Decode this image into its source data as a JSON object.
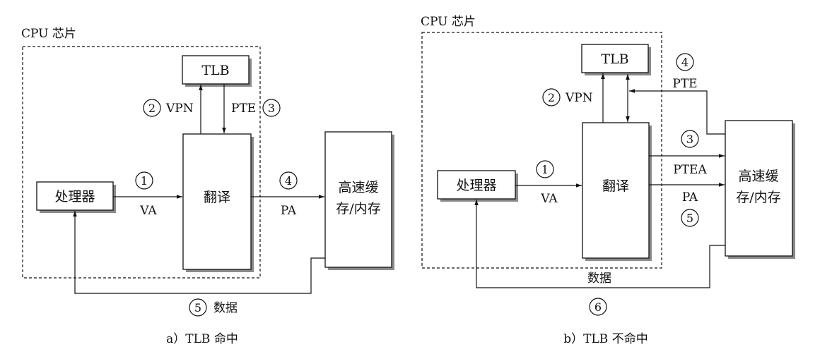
{
  "colors": {
    "ink": "#111111",
    "shadow": "#8a8a8a",
    "background": "#ffffff"
  },
  "diagrams": [
    {
      "id": "a",
      "chip_label": "CPU 芯片",
      "caption": "a）TLB 命中",
      "nodes": {
        "tlb": "TLB",
        "processor": "处理器",
        "translate": "翻译",
        "memory_line1": "高速缓",
        "memory_line2": "存/内存"
      },
      "edges": {
        "vpn": {
          "step": "2",
          "label": "VPN"
        },
        "pte": {
          "step": "3",
          "label": "PTE"
        },
        "va": {
          "step": "1",
          "label": "VA"
        },
        "pa": {
          "step": "4",
          "label": "PA"
        },
        "data": {
          "step": "5",
          "label": "数据"
        }
      }
    },
    {
      "id": "b",
      "chip_label": "CPU 芯片",
      "caption": "b）TLB 不命中",
      "nodes": {
        "tlb": "TLB",
        "processor": "处理器",
        "translate": "翻译",
        "memory_line1": "高速缓",
        "memory_line2": "存/内存"
      },
      "edges": {
        "vpn": {
          "step": "2",
          "label": "VPN"
        },
        "pte": {
          "step": "4",
          "label": "PTE"
        },
        "ptea": {
          "step": "3",
          "label": "PTEA"
        },
        "va": {
          "step": "1",
          "label": "VA"
        },
        "pa": {
          "step": "5",
          "label": "PA"
        },
        "data": {
          "step": "6",
          "label": "数据"
        }
      }
    }
  ]
}
